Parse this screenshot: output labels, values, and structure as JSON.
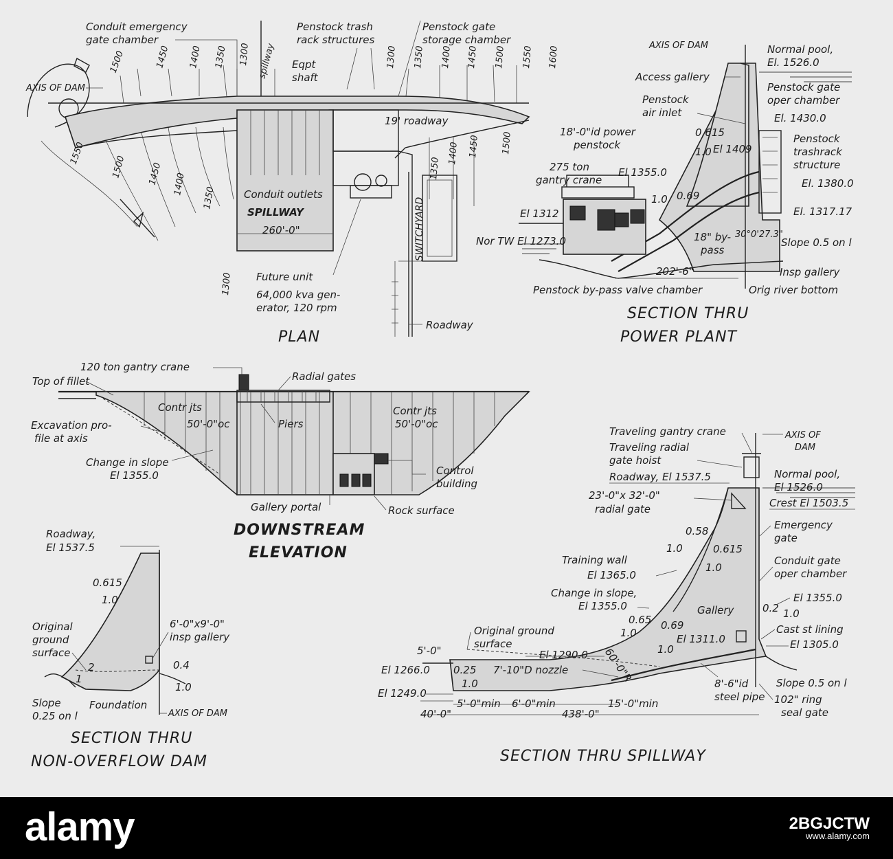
{
  "plan": {
    "title": "PLAN",
    "labels": {
      "conduit_gate_chamber": "Conduit emergency",
      "conduit_gate_chamber_2": "gate chamber",
      "axis_of_dam": "AXIS OF DAM",
      "spillway_axis": "spillway",
      "penstock_trash": "Penstock trash",
      "penstock_trash_2": "rack structures",
      "penstock_gate_storage": "Penstock gate",
      "penstock_gate_storage_2": "storage chamber",
      "eqpt_shaft": "Eqpt",
      "eqpt_shaft_2": "shaft",
      "roadway_19": "19' roadway",
      "conduit_outlets": "Conduit outlets",
      "spillway": "SPILLWAY",
      "spillway_width": "260'-0\"",
      "switchyard": "SWITCHYARD",
      "future_unit": "Future unit",
      "generator": "64,000 kva gen-",
      "generator_2": "erator, 120 rpm",
      "roadway": "Roadway"
    },
    "contours": [
      "1500",
      "1450",
      "1400",
      "1350",
      "1300",
      "1300",
      "1350",
      "1400",
      "1450",
      "1500",
      "1550",
      "1600",
      "1550",
      "1500",
      "1450",
      "1400",
      "1350",
      "1300",
      "1350",
      "1400",
      "1450",
      "1500"
    ]
  },
  "power_plant": {
    "title": "SECTION THRU",
    "title_2": "POWER PLANT",
    "labels": {
      "axis_of_dam": "AXIS OF DAM",
      "normal_pool": "Normal pool,",
      "normal_pool_el": "El. 1526.0",
      "access_gallery": "Access gallery",
      "penstock_gate_oper": "Penstock gate",
      "penstock_gate_oper_2": "oper chamber",
      "penstock_air": "Penstock",
      "penstock_air_2": "air inlet",
      "el_1430": "El. 1430.0",
      "penstock_18": "18'-0\"id power",
      "penstock_18_2": "penstock",
      "slope_0615": "0.615",
      "slope_10": "1.0",
      "el_1409": "El 1409",
      "trashrack": "Penstock",
      "trashrack_2": "trashrack",
      "trashrack_3": "structure",
      "gantry": "275 ton",
      "gantry_2": "gantry crane",
      "el_1355": "El 1355.0",
      "el_1380": "El. 1380.0",
      "slope_069": "0.69",
      "slope_10b": "1.0",
      "el_1312": "El 1312",
      "el_131717": "El. 1317.17",
      "nor_tw": "Nor TW El 1273.0",
      "bypass_18": "18\" by-",
      "bypass_18_2": "pass",
      "angle": "30°0'27.3\"",
      "slope_05": "Slope 0.5 on l",
      "dim_202": "202'-6\"",
      "insp_gallery": "Insp gallery",
      "bypass_valve": "Penstock by-pass valve chamber",
      "orig_river": "Orig river bottom"
    }
  },
  "elevation": {
    "title": "DOWNSTREAM",
    "title_2": "ELEVATION",
    "labels": {
      "gantry_120": "120 ton gantry crane",
      "top_fillet": "Top of fillet",
      "radial_gates": "Radial gates",
      "contr_jts_l": "Contr jts",
      "contr_jts_l2": "50'-0\"oc",
      "piers": "Piers",
      "contr_jts_r": "Contr jts",
      "contr_jts_r2": "50'-0\"oc",
      "excavation": "Excavation pro-",
      "excavation_2": "file at axis",
      "change_slope": "Change in slope",
      "change_slope_el": "El 1355.0",
      "control_bldg": "Control",
      "control_bldg_2": "building",
      "gallery_portal": "Gallery portal",
      "rock_surface": "Rock surface"
    }
  },
  "non_overflow": {
    "title": "SECTION THRU",
    "title_2": "NON-OVERFLOW DAM",
    "labels": {
      "roadway": "Roadway,",
      "roadway_el": "El 1537.5",
      "slope_0615": "0.615",
      "slope_10": "1.0",
      "orig_ground": "Original",
      "orig_ground_2": "ground",
      "orig_ground_3": "surface",
      "insp_gallery": "6'-0\"x9'-0\"",
      "insp_gallery_2": "insp gallery",
      "slope_04": "0.4",
      "slope_10b": "1.0",
      "slope_2": "2",
      "slope_1": "1",
      "slope_025": "Slope",
      "slope_025_2": "0.25 on l",
      "foundation": "Foundation",
      "axis_of_dam": "AXIS OF DAM"
    }
  },
  "spillway_section": {
    "title": "SECTION THRU SPILLWAY",
    "labels": {
      "traveling_gantry": "Traveling gantry crane",
      "axis_of_dam": "AXIS OF",
      "axis_of_dam_2": "DAM",
      "traveling_hoist": "Traveling radial",
      "traveling_hoist_2": "gate hoist",
      "roadway_el": "Roadway, El 1537.5",
      "normal_pool": "Normal pool,",
      "normal_pool_el": "El 1526.0",
      "radial_gate": "23'-0\"x 32'-0\"",
      "radial_gate_2": "radial gate",
      "crest": "Crest El 1503.5",
      "emergency_gate": "Emergency",
      "emergency_gate_2": "gate",
      "slope_058": "0.58",
      "slope_10": "1.0",
      "slope_0615": "0.615",
      "slope_10b": "1.0",
      "training_wall": "Training wall",
      "training_wall_el": "El 1365.0",
      "conduit_gate": "Conduit gate",
      "conduit_gate_2": "oper chamber",
      "change_slope": "Change in slope,",
      "change_slope_el": "El 1355.0",
      "el_1355r": "El 1355.0",
      "slope_02": "0.2",
      "slope_10c": "1.0",
      "gallery": "Gallery",
      "slope_065": "0.65",
      "slope_069": "0.69",
      "slope_10d": "1.0",
      "slope_10e": "1.0",
      "el_1311": "El 1311.0",
      "cast_st": "Cast st lining",
      "orig_ground": "Original ground",
      "orig_ground_2": "surface",
      "el_1305": "El 1305.0",
      "dim_5": "5'-0\"",
      "el_1290": "El 1290.0",
      "radius_60": "60'-0\"R",
      "el_1266": "El 1266.0",
      "slope_025": "0.25",
      "nozzle": "7'-10\"D nozzle",
      "slope_10f": "1.0",
      "el_1249": "El 1249.0",
      "steel_pipe": "8'-6\"id",
      "steel_pipe_2": "steel pipe",
      "slope_05": "Slope 0.5 on l",
      "dim_5min": "5'-0\"min",
      "dim_6min": "6'-0\"min",
      "dim_15min": "15'-0\"min",
      "ring_seal": "102\" ring",
      "ring_seal_2": "seal gate",
      "dim_40": "40'-0\"",
      "dim_438": "438'-0\""
    }
  },
  "watermark": {
    "logo": "alamy",
    "image_code": "2BGJCTW",
    "site": "www.alamy.com"
  }
}
